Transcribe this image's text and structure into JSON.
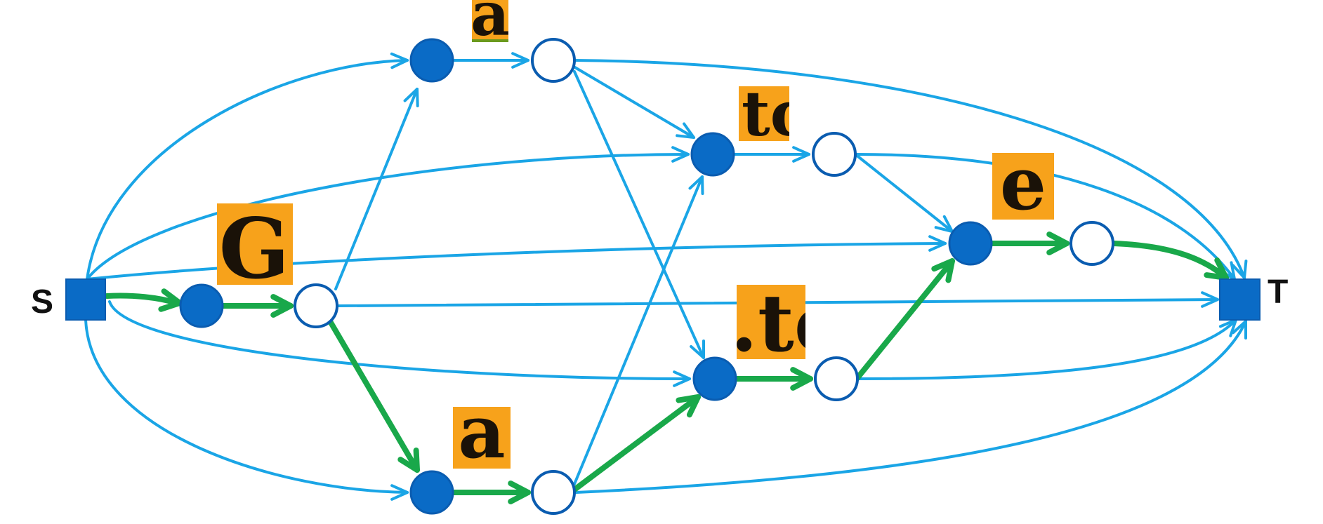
{
  "colors": {
    "edge": "#1aa5e6",
    "path": "#19a84a",
    "node_fill": "#0a6bc6",
    "node_stroke": "#0a5cb0",
    "hollow_fill": "#ffffff",
    "patch_bg": "#f7a21b",
    "patch_text": "#1a1208"
  },
  "terminals": {
    "source": {
      "label": "S"
    },
    "sink": {
      "label": "T"
    }
  },
  "patches": [
    {
      "id": "patch-g",
      "text": "G"
    },
    {
      "id": "patch-a-top",
      "text": "a"
    },
    {
      "id": "patch-tc-upper",
      "text": "tc"
    },
    {
      "id": "patch-e",
      "text": "e"
    },
    {
      "id": "patch-tc-lower",
      "text": ".tc"
    },
    {
      "id": "patch-a-bottom",
      "text": "a"
    }
  ]
}
